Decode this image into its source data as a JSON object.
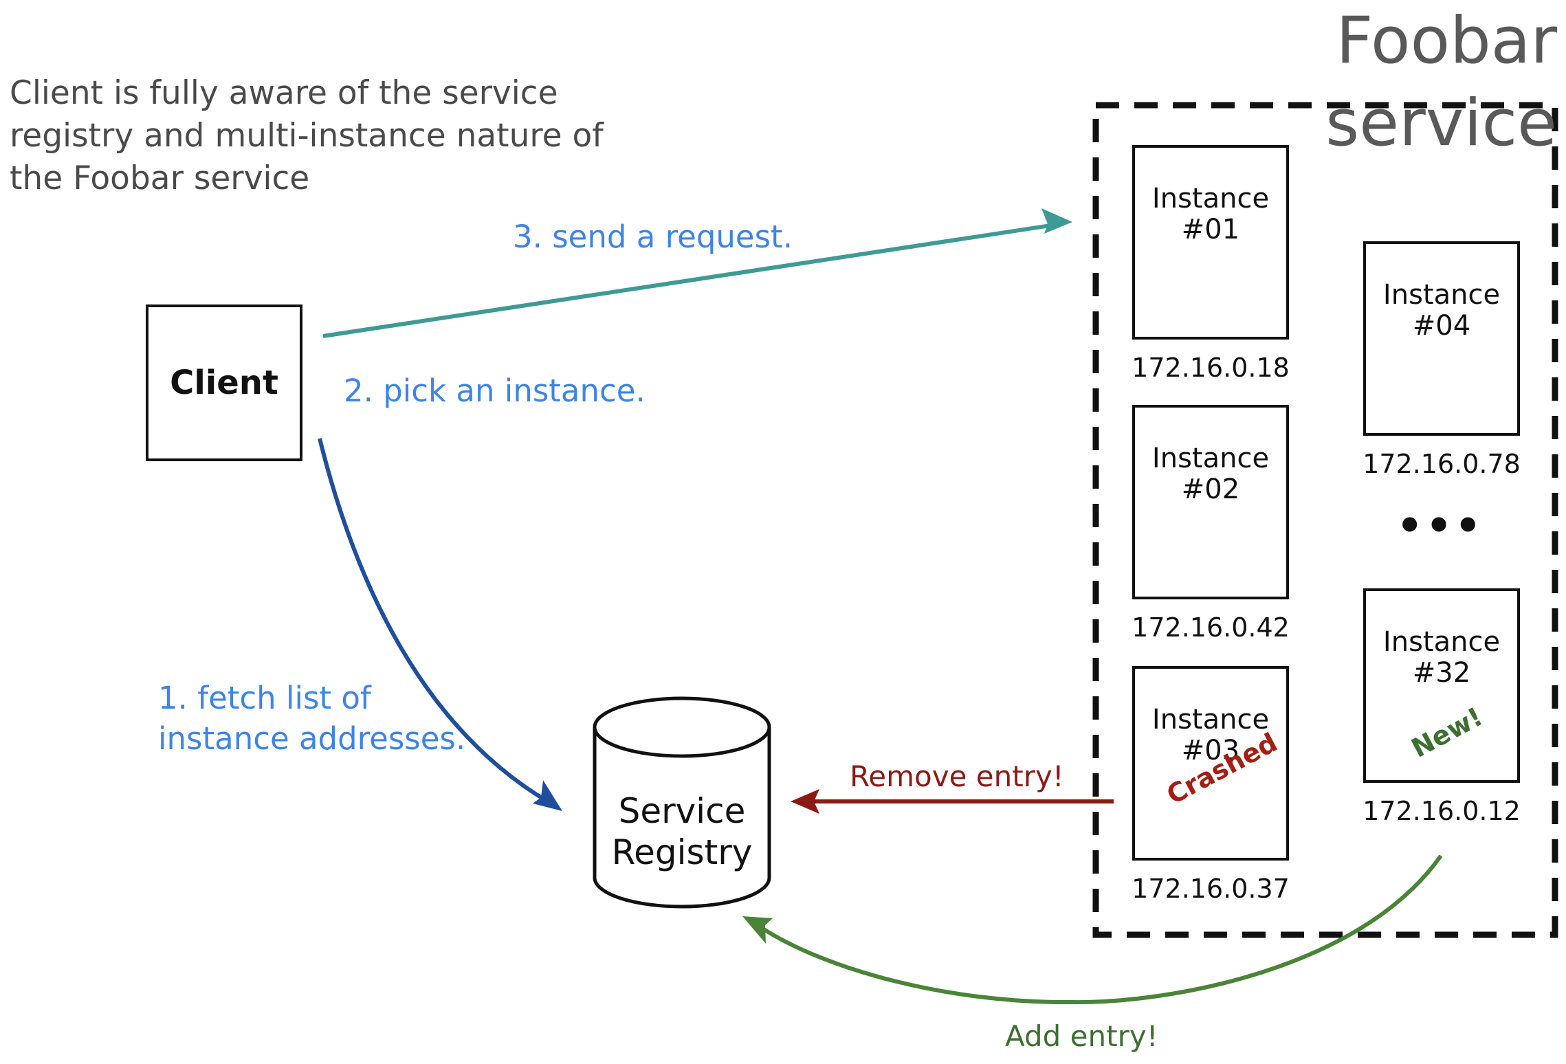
{
  "title": "Foobar service",
  "note": "Client is fully aware of the service registry and multi-instance nature of the Foobar service",
  "client": {
    "label": "Client"
  },
  "registry": {
    "label": "Service Registry"
  },
  "steps": {
    "fetch": "1. fetch list of instance addresses.",
    "pick": "2. pick an instance.",
    "send": "3. send a request."
  },
  "edges": {
    "remove": "Remove entry!",
    "add": "Add entry!"
  },
  "instances": [
    {
      "name": "Instance #01",
      "ip": "172.16.0.18"
    },
    {
      "name": "Instance #02",
      "ip": "172.16.0.42"
    },
    {
      "name": "Instance #03",
      "ip": "172.16.0.37",
      "tag": "Crashed"
    },
    {
      "name": "Instance #04",
      "ip": "172.16.0.78"
    },
    {
      "name": "Instance #32",
      "ip": "172.16.0.12",
      "tag": "New!"
    }
  ],
  "ellipsis": "•••",
  "colors": {
    "send_arrow": "#3f9a95",
    "fetch_arrow": "#1f4e9c",
    "remove_arrow": "#8b1a15",
    "add_arrow": "#4a8438",
    "step_text": "#3d84e6"
  }
}
